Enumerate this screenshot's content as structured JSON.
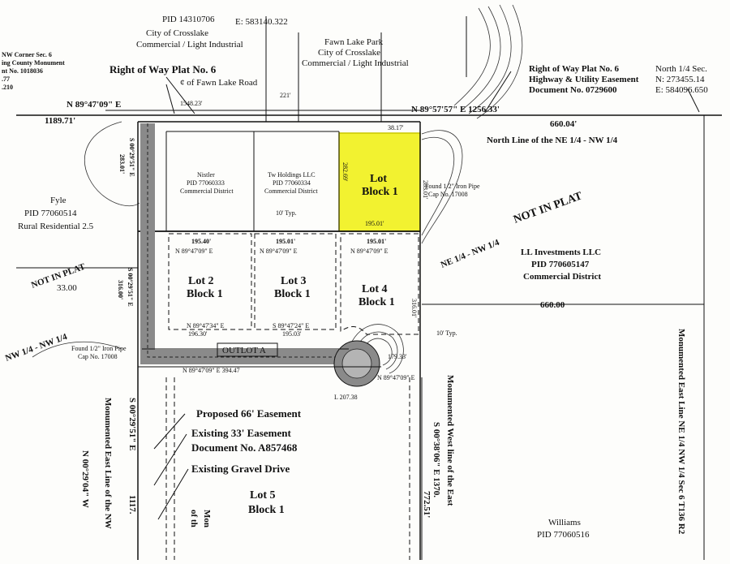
{
  "colors": {
    "highlight": "#f2f230",
    "highlight_stroke": "#c9c800",
    "ink": "#111111"
  },
  "header": {
    "pid_top": "PID 14310706",
    "e_coord_top": "E: 583140.322",
    "city_left": "City of Crosslake",
    "commercial_left": "Commercial / Light Industrial",
    "fawn_lake_park": "Fawn Lake Park",
    "city_right": "City of Crosslake",
    "commercial_right": "Commercial / Light Industrial"
  },
  "nw_corner": {
    "line1": "NW Corner Sec. 6",
    "line2": "ing County Monument",
    "line3": "nt No. 1018036",
    "line4": ".77",
    "line5": ".210"
  },
  "row_plat_left": "Right of Way Plat No. 6",
  "fawn_lake_road": "¢ of Fawn Lake Road",
  "row_plat_right": {
    "line1": "Right of Way Plat No. 6",
    "line2": "Highway & Utility  Easement",
    "line3": "Document No. 0729600"
  },
  "north_quarter": {
    "line1": "North 1/4  Sec.",
    "line2": "N: 273455.14",
    "line3": "E: 584096.650"
  },
  "bearings": {
    "n_top_left": "N 89°47'09\" E",
    "n_top_right": "N 89°57'57\" E  1256.33'",
    "dist_1189": "1189.71'",
    "dist_660_top": "660.04'",
    "dist_1548": "1548.23'",
    "dist_221": "221'",
    "s_left_upper": "S 00°29'51\" E",
    "dist_283_left": "283.01'",
    "dist_33": "33.00",
    "s_left_lower": "S 00°29'51\" E",
    "dist_316_left": "316.00'",
    "n_bottom": "N 89°47'09\" E  394.47",
    "n_cul_de_sac": "N 89°47'09\" E",
    "dist_179": "179.33'",
    "dist_660_mid": "660.00",
    "s_bottom_left": "S 00°29'51\" E",
    "s_bottom_right": "S 00°38'06\" E  1370.",
    "dist_772": "772.51'",
    "dist_1117": "1117.",
    "n_west": "N 00°29'04\" W",
    "arc_length": "L 207.38"
  },
  "north_line": "North Line of the NE 1/4 - NW 1/4",
  "parcels": {
    "fyle": "Fyle",
    "fyle_pid": "PID 77060514",
    "fyle_district": "Rural Residential 2.5",
    "nistler": "Nistler",
    "nistler_pid": "PID 77060333",
    "nistler_district": "Commercial District",
    "tw_holdings": "Tw Holdings LLC",
    "tw_pid": "PID 77060334",
    "tw_district": "Commercial District",
    "ll_investments": "LL Investments LLC",
    "ll_pid": "PID 770605147",
    "ll_district": "Commercial District",
    "williams": "Williams",
    "williams_pid": "PID 77060516"
  },
  "lots": {
    "lot1": "Lot",
    "block1": "Block 1",
    "lot2": "Lot 2",
    "lot2_block": "Block 1",
    "lot3": "Lot 3",
    "lot3_block": "Block 1",
    "lot4": "Lot 4",
    "lot4_block": "Block 1",
    "lot5": "Lot 5",
    "lot5_block": "Block 1",
    "outlot": "OUTLOT A"
  },
  "lot_dims": {
    "lot1_bottom": "195.01'",
    "lot1_right": "283.01'",
    "lot1_left": "282.69'",
    "lot1_top": "38.17'",
    "lot2_top": "195.40'",
    "lot2_bearing": "N 89°47'09\" E",
    "lot2_bottom": "N 89°47'34\" E",
    "lot2_bottom_dist": "196.30'",
    "lot3_top": "195.01'",
    "lot3_bearing": "N 89°47'09\" E",
    "lot3_bottom": "S 89°47'24\" E",
    "lot3_bottom_dist": "195.03'",
    "lot4_top": "195.01'",
    "lot4_bearing": "N 89°47'09\" E",
    "lot4_right": "316.01'"
  },
  "labels": {
    "not_in_plat_right": "NOT IN PLAT",
    "ne_nw_quarter": "NE 1/4 - NW 1/4",
    "not_in_plat_left": "NOT IN PLAT",
    "nw_quarter_left": "NW 1/4 - NW 1/4",
    "ten_typ_top": "10' Typ.",
    "ten_typ_mid": "10' Typ.",
    "found_pipe_left": "Found 1/2\" Iron Pipe",
    "found_pipe_left_cap": "Cap No. 17008",
    "found_pipe_right": "Found 1/2\" Iron Pipe",
    "found_pipe_right_cap": "Cap No. 17008",
    "proposed_easement": "Proposed 66' Easement",
    "existing_easement": "Existing 33' Easement",
    "document_no": "Document No. A857468",
    "gravel_drive": "Existing Gravel Drive",
    "monumented_east_nw": "Monumented East Line of the NW",
    "monumented_west": "Monumented West line of the East",
    "monumented_east_ne": "Monumented East Line NE 1/4  NW 1/4 Sec 6 T136 R2",
    "mon_partial1": "Mon",
    "mon_partial2": "of th"
  }
}
